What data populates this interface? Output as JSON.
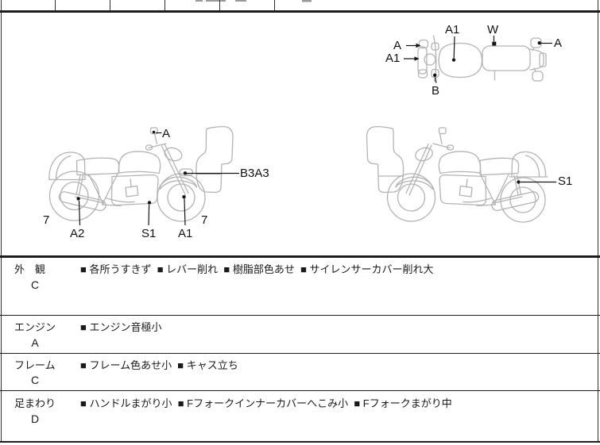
{
  "colors": {
    "line_art": "#b3b3b3",
    "ink": "#1a1a1a",
    "border": "#1d1d1d"
  },
  "diagrams": {
    "top_view": {
      "labels": [
        {
          "name": "a-left-mirror",
          "text": "A"
        },
        {
          "name": "a1-front",
          "text": "A1"
        },
        {
          "name": "a1-tank",
          "text": "A1"
        },
        {
          "name": "w-seat",
          "text": "W"
        },
        {
          "name": "a-right-rear",
          "text": "A"
        },
        {
          "name": "b-grip",
          "text": "B"
        }
      ]
    },
    "left_view": {
      "labels": [
        {
          "name": "a-mirror",
          "text": "A"
        },
        {
          "name": "b3a3-fender",
          "text": "B3A3"
        },
        {
          "name": "seven-rear",
          "text": "7"
        },
        {
          "name": "a2-muffler",
          "text": "A2"
        },
        {
          "name": "s1-engine",
          "text": "S1"
        },
        {
          "name": "a1-fork",
          "text": "A1"
        },
        {
          "name": "seven-front",
          "text": "7"
        }
      ]
    },
    "right_view": {
      "labels": [
        {
          "name": "s1-shock",
          "text": "S1"
        }
      ]
    }
  },
  "table": {
    "rows": [
      {
        "category": "外　観",
        "grade": "C",
        "items": [
          "各所うすきず",
          "レバー削れ",
          "樹脂部色あせ",
          "サイレンサーカバー削れ大"
        ]
      },
      {
        "category": "エンジン",
        "grade": "A",
        "items": [
          "エンジン音極小"
        ]
      },
      {
        "category": "フレーム",
        "grade": "C",
        "items": [
          "フレーム色あせ小",
          "キャス立ち"
        ]
      },
      {
        "category": "足まわり",
        "grade": "D",
        "items": [
          "ハンドルまがり小",
          "Fフォークインナーカバーへこみ小",
          "Fフォークまがり中"
        ]
      }
    ]
  }
}
